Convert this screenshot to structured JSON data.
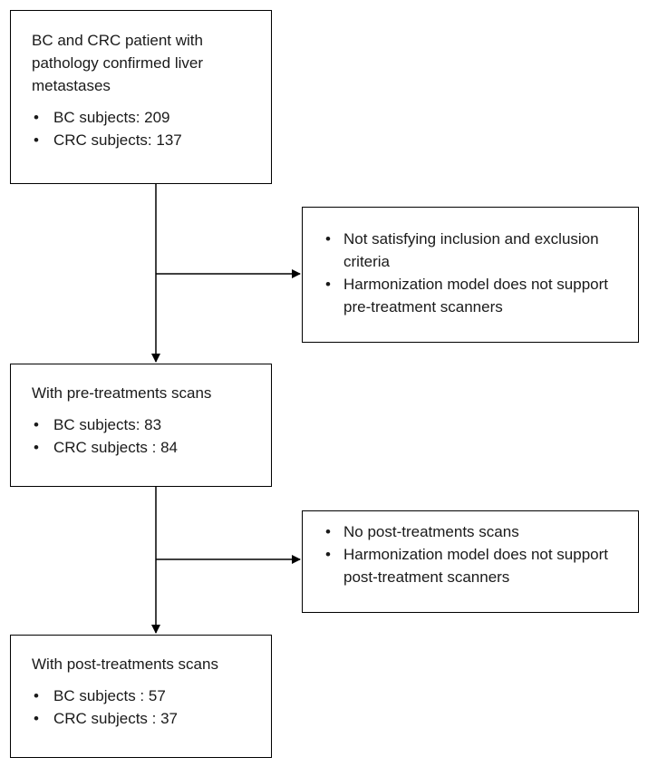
{
  "flowchart": {
    "box1": {
      "title": "BC and CRC patient with pathology confirmed liver metastases",
      "items": [
        "BC subjects: 209",
        "CRC subjects: 137"
      ]
    },
    "box2": {
      "items": [
        "Not satisfying inclusion and exclusion criteria",
        "Harmonization model does not support pre-treatment scanners"
      ]
    },
    "box3": {
      "title": "With pre-treatments scans",
      "items": [
        "BC subjects: 83",
        "CRC subjects : 84"
      ]
    },
    "box4": {
      "items": [
        "No post-treatments scans",
        "Harmonization model does not support post-treatment scanners"
      ]
    },
    "box5": {
      "title": "With post-treatments scans",
      "items": [
        "BC subjects : 57",
        "CRC subjects : 37"
      ]
    }
  },
  "colors": {
    "line": "#000000",
    "text": "#1a1a1a",
    "background": "#ffffff"
  }
}
